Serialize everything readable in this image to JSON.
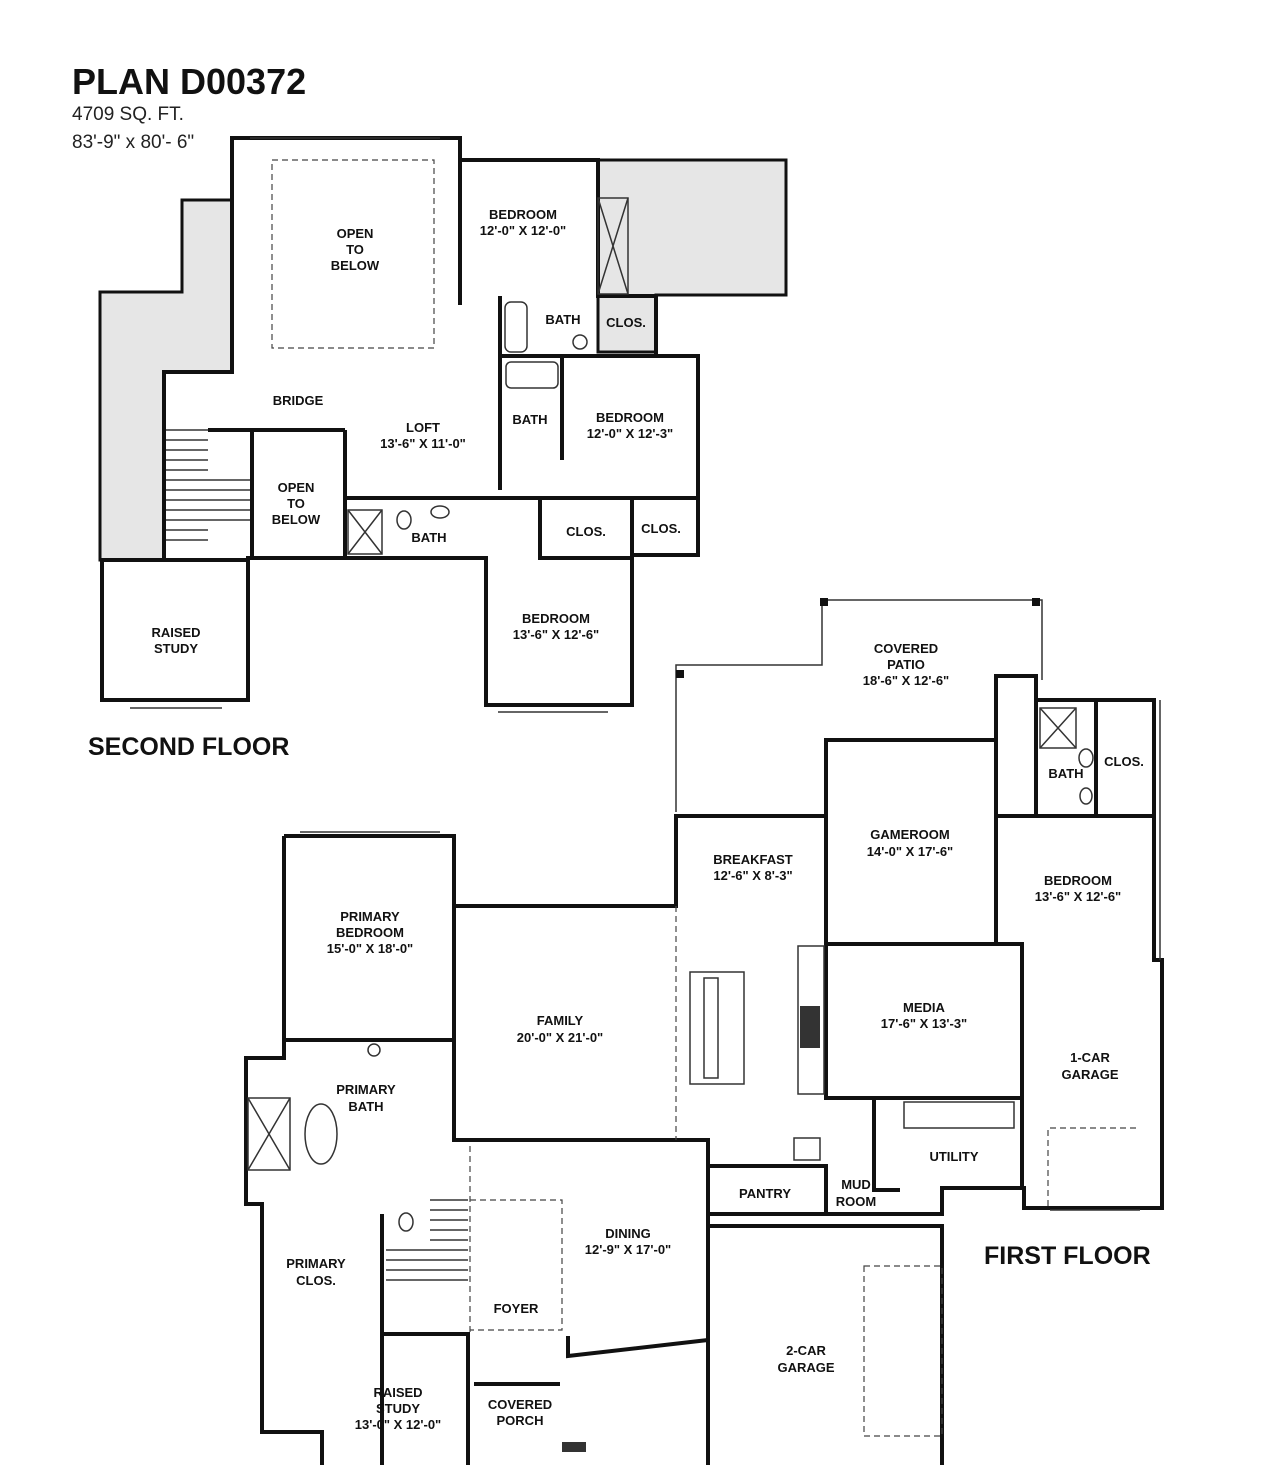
{
  "header": {
    "plan_name": "PLAN D00372",
    "sq_ft": "4709 SQ. FT.",
    "dimensions": "83'-9\" x 80'- 6\""
  },
  "second_floor": {
    "label": "SECOND FLOOR",
    "rooms": {
      "open_below_1": [
        "OPEN",
        "TO",
        "BELOW"
      ],
      "bedroom_a": [
        "BEDROOM",
        "12'-0\" X 12'-0\""
      ],
      "bath_a": [
        "BATH"
      ],
      "clos_a": [
        "CLOS."
      ],
      "bridge": [
        "BRIDGE"
      ],
      "loft": [
        "LOFT",
        "13'-6\" X 11'-0\""
      ],
      "bath_b": [
        "BATH"
      ],
      "bedroom_b": [
        "BEDROOM",
        "12'-0\" X 12'-3\""
      ],
      "open_below_2": [
        "OPEN",
        "TO",
        "BELOW"
      ],
      "bath_c": [
        "BATH"
      ],
      "clos_b": [
        "CLOS."
      ],
      "clos_c": [
        "CLOS."
      ],
      "raised_study": [
        "RAISED",
        "STUDY"
      ],
      "bedroom_c": [
        "BEDROOM",
        "13'-6\" X 12'-6\""
      ]
    }
  },
  "first_floor": {
    "label": "FIRST FLOOR",
    "rooms": {
      "covered_patio": [
        "COVERED",
        "PATIO",
        "18'-6\" X 12'-6\""
      ],
      "bath": [
        "BATH"
      ],
      "clos": [
        "CLOS."
      ],
      "gameroom": [
        "GAMEROOM",
        "14'-0\" X 17'-6\""
      ],
      "breakfast": [
        "BREAKFAST",
        "12'-6\" X 8'-3\""
      ],
      "bedroom": [
        "BEDROOM",
        "13'-6\" X 12'-6\""
      ],
      "primary_bedroom": [
        "PRIMARY",
        "BEDROOM",
        "15'-0\" X 18'-0\""
      ],
      "family": [
        "FAMILY",
        "20'-0\" X 21'-0\""
      ],
      "media": [
        "MEDIA",
        "17'-6\" X 13'-3\""
      ],
      "one_car_garage": [
        "1-CAR",
        "GARAGE"
      ],
      "primary_bath": [
        "PRIMARY",
        "BATH"
      ],
      "utility": [
        "UTILITY"
      ],
      "pantry": [
        "PANTRY"
      ],
      "mud_room": [
        "MUD",
        "ROOM"
      ],
      "dining": [
        "DINING",
        "12'-9\" X 17'-0\""
      ],
      "primary_clos": [
        "PRIMARY",
        "CLOS."
      ],
      "foyer": [
        "FOYER"
      ],
      "two_car_garage": [
        "2-CAR",
        "GARAGE"
      ],
      "raised_study": [
        "RAISED",
        "STUDY",
        "13'-0\" X 12'-0\""
      ],
      "covered_porch": [
        "COVERED",
        "PORCH"
      ]
    }
  }
}
